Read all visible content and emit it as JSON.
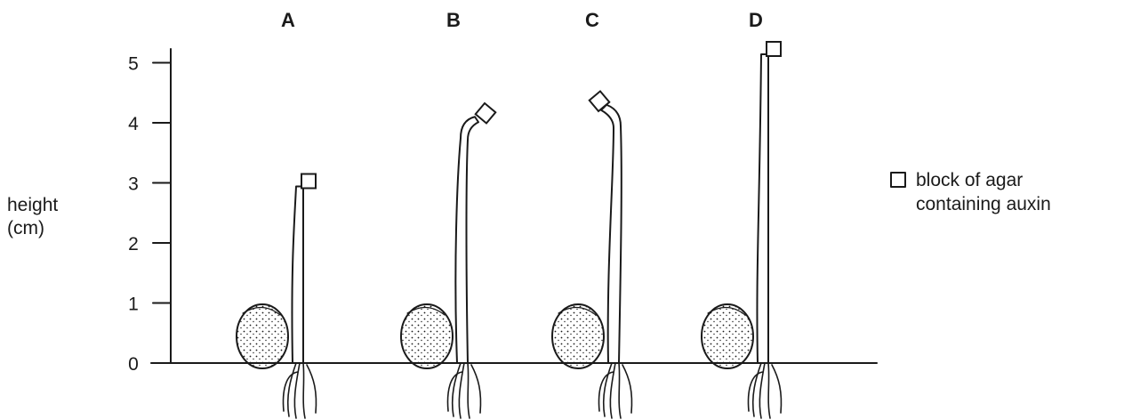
{
  "axis": {
    "title_line1": "height",
    "title_line2": "(cm)",
    "ticks": [
      "0",
      "1",
      "2",
      "3",
      "4",
      "5"
    ]
  },
  "seedlings": [
    {
      "label": "A",
      "height_cm": 3.0,
      "tip": "straight"
    },
    {
      "label": "B",
      "height_cm": 4.1,
      "tip": "bent-right"
    },
    {
      "label": "C",
      "height_cm": 4.3,
      "tip": "bent-left"
    },
    {
      "label": "D",
      "height_cm": 5.2,
      "tip": "straight"
    }
  ],
  "legend": {
    "symbol": "open-square",
    "line1": "block of agar",
    "line2": "containing auxin"
  }
}
